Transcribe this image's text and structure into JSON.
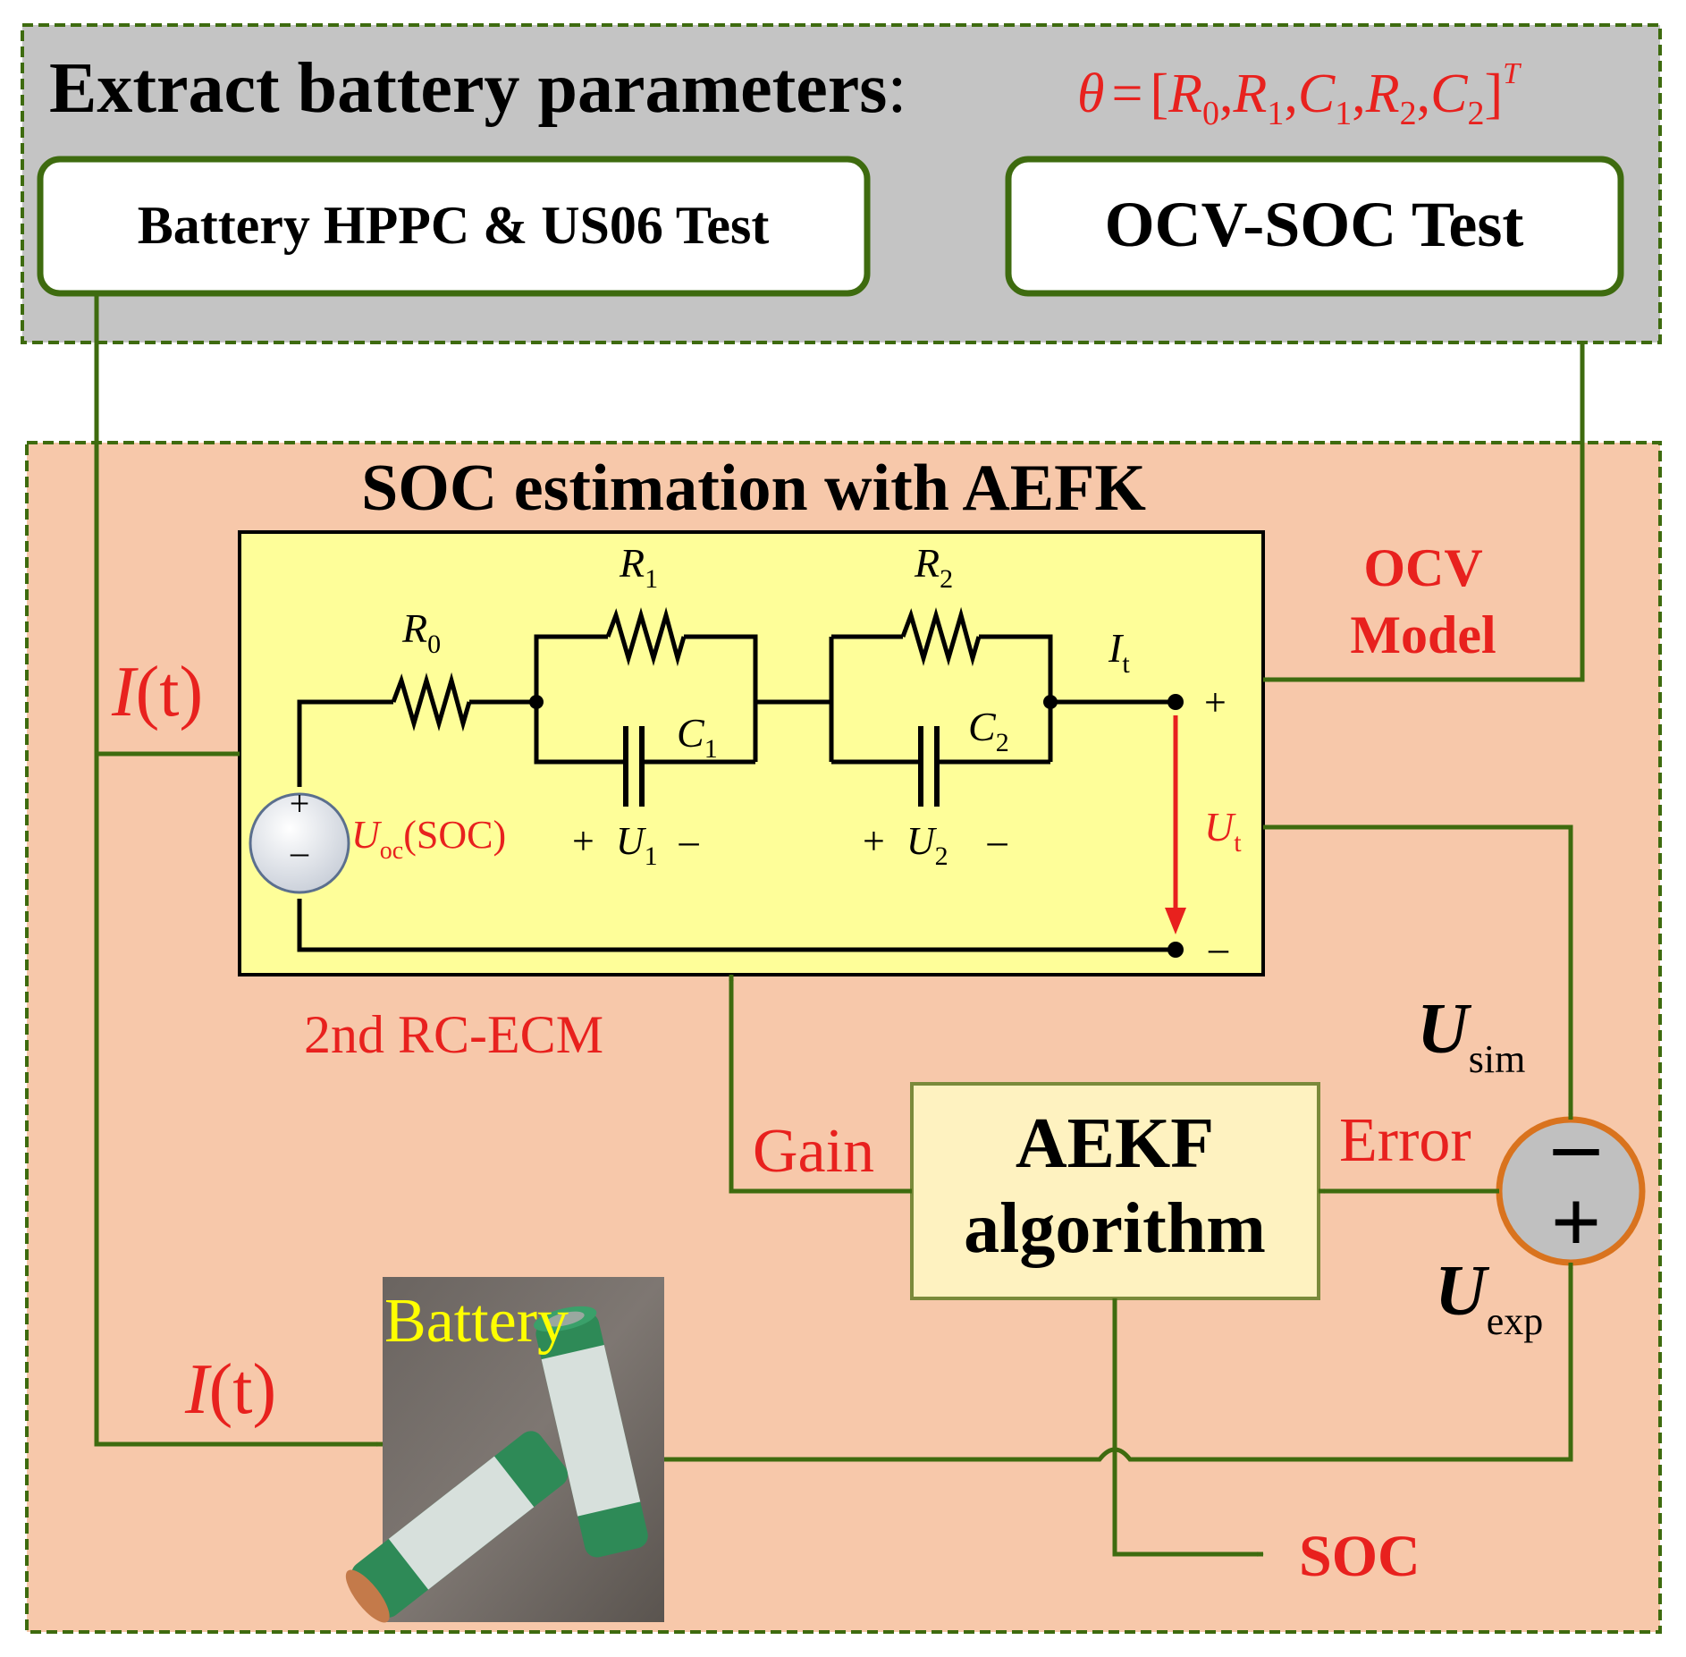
{
  "top_section": {
    "title": "Extract battery parameters",
    "title_colon": ":",
    "theta_formula": {
      "theta": "θ",
      "equals": "=",
      "open_bracket": "[",
      "close_bracket": "]",
      "comma": ",",
      "transpose": "T",
      "params": [
        {
          "sym": "R",
          "sub": "0"
        },
        {
          "sym": "R",
          "sub": "1"
        },
        {
          "sym": "C",
          "sub": "1"
        },
        {
          "sym": "R",
          "sub": "2"
        },
        {
          "sym": "C",
          "sub": "2"
        }
      ]
    },
    "box_hppc": "Battery HPPC & US06  Test",
    "box_ocv": "OCV-SOC Test"
  },
  "bottom_section": {
    "title": "SOC estimation with AEFK",
    "ecm_label": "2nd RC-ECM",
    "ocv_model_line1": "OCV",
    "ocv_model_line2": "Model",
    "current_symbol": "I",
    "current_arg": "(t)",
    "aekf_line1": "AEKF",
    "aekf_line2": "algorithm",
    "gain_label": "Gain",
    "error_label": "Error",
    "u_sim": {
      "sym": "U",
      "sub": "sim"
    },
    "u_exp": {
      "sym": "U",
      "sub": "exp"
    },
    "battery_label": "Battery",
    "soc_output": "SOC"
  },
  "circuit": {
    "r0": {
      "sym": "R",
      "sub": "0"
    },
    "r1": {
      "sym": "R",
      "sub": "1"
    },
    "r2": {
      "sym": "R",
      "sub": "2"
    },
    "c1": {
      "sym": "C",
      "sub": "1"
    },
    "c2": {
      "sym": "C",
      "sub": "2"
    },
    "it": {
      "sym": "I",
      "sub": "t"
    },
    "ut": {
      "sym": "U",
      "sub": "t"
    },
    "uoc": {
      "sym": "U",
      "sub": "oc",
      "arg": "(SOC)"
    },
    "u1": {
      "sym": "U",
      "sub": "1"
    },
    "u2": {
      "sym": "U",
      "sub": "2"
    },
    "plus": "+",
    "minus": "–"
  },
  "colors": {
    "top_bg": "#c4c4c4",
    "bottom_bg": "#f7c8aa",
    "circuit_bg": "#fefe99",
    "aekf_bg": "#fef2c0",
    "green_line": "#3e6b0f",
    "red_text": "#e8211e",
    "comparator_ring": "#d9731e",
    "battery_label": "#ffff00"
  }
}
